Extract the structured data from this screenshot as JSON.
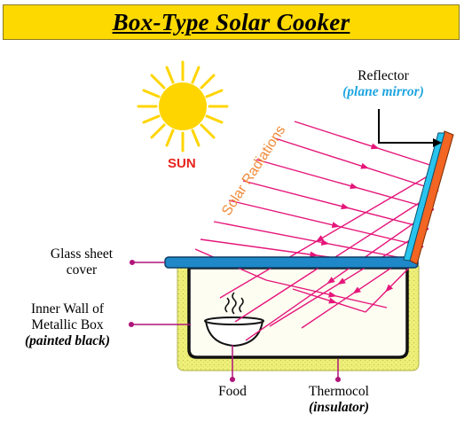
{
  "title": "Box-Type Solar Cooker",
  "labels": {
    "sun": "SUN",
    "solar_radiations": "Solar Radiations",
    "reflector": "Reflector",
    "reflector_sub": "(plane mirror)",
    "glass_line1": "Glass sheet",
    "glass_line2": "cover",
    "inner_line1": "Inner Wall of",
    "inner_line2": "Metallic Box",
    "inner_line3": "(painted black)",
    "food": "Food",
    "thermocol": "Thermocol",
    "thermocol_sub": "(insulator)"
  },
  "colors": {
    "title_bg": "#fed900",
    "sun": "#ffd500",
    "sun_label": "#e8231c",
    "rays": "#e5157a",
    "solar_label": "#f08a3a",
    "mirror": "#29c4ee",
    "reflector_back": "#f26522",
    "glass": "#1e88c8",
    "insulator": "#eef07a",
    "box_inside": "#fdfdf2",
    "pointer": "#b0157a",
    "mirror_text": "#1ea5e0"
  }
}
